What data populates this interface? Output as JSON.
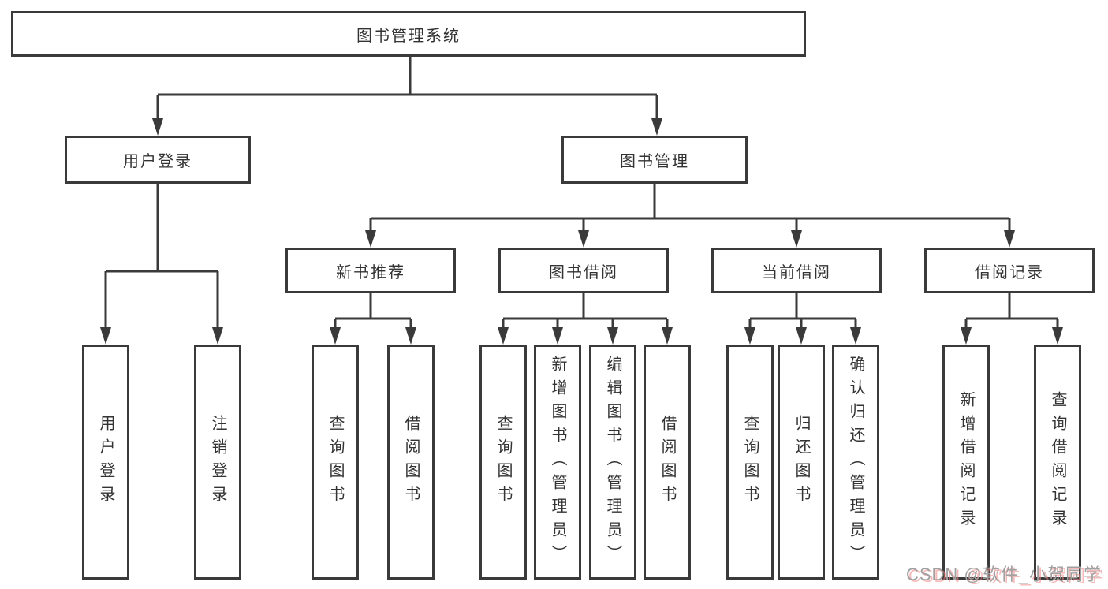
{
  "diagram": {
    "type": "hierarchy-tree",
    "line_color": "#3a3a3a",
    "text_color": "#333333",
    "background": "#ffffff"
  },
  "nodes": {
    "root": "图书管理系统",
    "user_login": "用户登录",
    "book_mgmt": "图书管理",
    "new_book_rec": "新书推荐",
    "book_borrow": "图书借阅",
    "current_borrow": "当前借阅",
    "borrow_history": "借阅记录",
    "leaf_user_login": "用户登录",
    "leaf_logout": "注销登录",
    "leaf_query_book_rec": "查询图书",
    "leaf_borrow_book_rec": "借阅图书",
    "leaf_query_book_borrow": "查询图书",
    "leaf_add_book_admin": "新增图书（管理员）",
    "leaf_edit_book_admin": "编辑图书（管理员）",
    "leaf_borrow_book_borrow": "借阅图书",
    "leaf_query_book_cur": "查询图书",
    "leaf_return_book": "归还图书",
    "leaf_confirm_return_admin": "确认归还（管理员）",
    "leaf_add_borrow_record": "新增借阅记录",
    "leaf_query_borrow_record": "查询借阅记录"
  },
  "hierarchy": {
    "图书管理系统": {
      "用户登录": [
        "用户登录",
        "注销登录"
      ],
      "图书管理": {
        "新书推荐": [
          "查询图书",
          "借阅图书"
        ],
        "图书借阅": [
          "查询图书",
          "新增图书（管理员）",
          "编辑图书（管理员）",
          "借阅图书"
        ],
        "当前借阅": [
          "查询图书",
          "归还图书",
          "确认归还（管理员）"
        ],
        "借阅记录": [
          "新增借阅记录",
          "查询借阅记录"
        ]
      }
    }
  },
  "watermark": {
    "text": "CSDN @软件_小贺同学"
  }
}
